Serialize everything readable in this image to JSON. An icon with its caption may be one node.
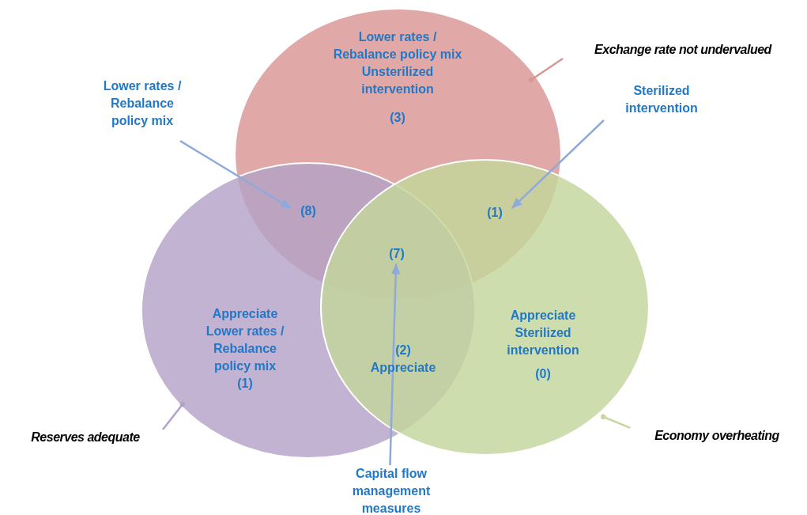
{
  "diagram": {
    "nodes": [
      {
        "text": [],
        "shape": "circle"
      },
      {
        "text": [],
        "shape": "circle"
      },
      {
        "text": [],
        "shape": "circle"
      },
      {
        "text": [
          "Lower rates / Rebalance policy mix",
          "Unsterilized intervention",
          "(3)"
        ],
        "in": 0
      },
      {
        "text": [
          "(8)"
        ]
      },
      {
        "text": [
          "(1)"
        ]
      },
      {
        "text": [
          "(7)"
        ]
      },
      {
        "text": [
          "Appreciate",
          "Lower rates / Rebalance policy mix",
          "(1)"
        ],
        "in": 1
      },
      {
        "text": [
          "(2)",
          "Appreciate"
        ]
      },
      {
        "text": [
          "Appreciate",
          "Sterilized intervention",
          "(0)"
        ],
        "in": 2
      },
      {
        "text": [
          "Exchange rate not undervalued"
        ]
      },
      {
        "text": [
          "Reserves adequate"
        ]
      },
      {
        "text": [
          "Economy overheating"
        ]
      },
      {
        "text": [
          "Lower rates / Rebalance policy mix"
        ]
      },
      {
        "text": [
          "Sterilized intervention"
        ]
      },
      {
        "text": [
          "Capital flow management measures"
        ]
      }
    ],
    "edges": [
      {
        "from": 10,
        "to": 0,
        "arrow": "other",
        "color": "#d99694"
      },
      {
        "from": 11,
        "to": 1,
        "arrow": "other",
        "color": "#b3a2c7"
      },
      {
        "from": 12,
        "to": 2,
        "arrow": "other",
        "color": "#c3d69b"
      },
      {
        "from": 13,
        "to": 4,
        "arrow": "to",
        "color": "#8eaadb"
      },
      {
        "from": 14,
        "to": 5,
        "arrow": "to",
        "color": "#8eaadb"
      },
      {
        "from": 15,
        "to": 6,
        "arrow": "to",
        "color": "#8eaadb"
      }
    ]
  }
}
